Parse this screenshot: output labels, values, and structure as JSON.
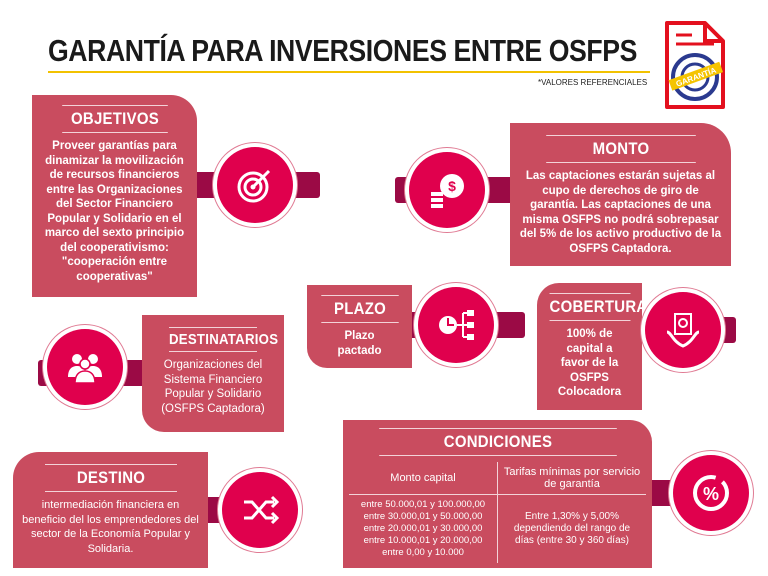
{
  "header": {
    "title": "GARANTÍA PARA INVERSIONES ENTRE OSFPS",
    "note": "*VALORES REFERENCIALES",
    "badge": "GARANTÍA"
  },
  "objetivos": {
    "title": "OBJETIVOS",
    "text": "Proveer garantías para dinamizar la movilización de recursos financieros entre las Organizaciones del Sector Financiero Popular y Solidario en el marco del sexto principio del cooperativismo: \"cooperación entre cooperativas\""
  },
  "monto": {
    "title": "MONTO",
    "text": "Las captaciones estarán sujetas al cupo de derechos de giro de garantía. Las captaciones de una misma OSFPS no podrá sobrepasar del 5% de los activo productivo de la OSFPS Captadora."
  },
  "plazo": {
    "title": "PLAZO",
    "text": "Plazo pactado"
  },
  "cobertura": {
    "title": "COBERTURA",
    "text": "100% de capital a favor de la OSFPS Colocadora"
  },
  "destinatarios": {
    "title": "DESTINATARIOS",
    "text": "Organizaciones del Sistema Financiero Popular y Solidario (OSFPS Captadora)"
  },
  "condiciones": {
    "title": "CONDICIONES",
    "col1": "Monto capital",
    "col2": "Tarifas mínimas por servicio de garantía",
    "rangos": [
      "entre 50.000,01 y 100.000,00",
      "entre 30.000,01 y 50.000,00",
      "entre 20.000,01 y 30.000,00",
      "entre 10.000,01 y 20.000,00",
      "entre 0,00 y 10.000"
    ],
    "tarifa": "Entre 1,30% y 5,00% dependiendo del rango de días (entre 30 y 360 días)"
  },
  "destino": {
    "title": "DESTINO",
    "text": "intermediación financiera en beneficio del los emprendedores del sector de la Economía Popular y Solidaria."
  }
}
